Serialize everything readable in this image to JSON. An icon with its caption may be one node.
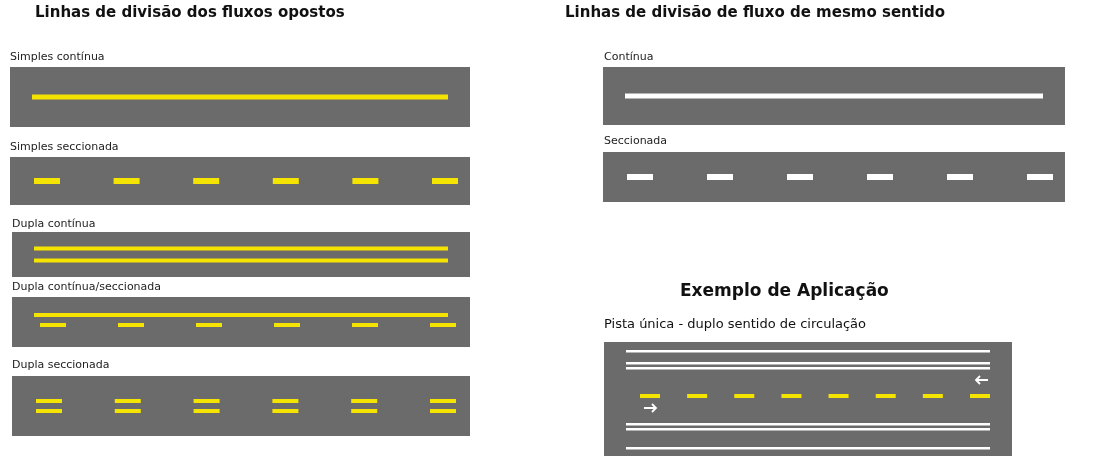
{
  "diagram": {
    "labels": [
      "Linhas de divisão dos fluxos opostos",
      "Simples contínua",
      "Simples seccionada",
      "Dupla contínua",
      "Dupla contínua/seccionada",
      "Dupla seccionada",
      "Linhas de divisão de fluxo de mesmo sentido",
      "Contínua",
      "Seccionada",
      "Exemplo de Aplicação",
      "Pista única - duplo sentido de circulação"
    ]
  }
}
